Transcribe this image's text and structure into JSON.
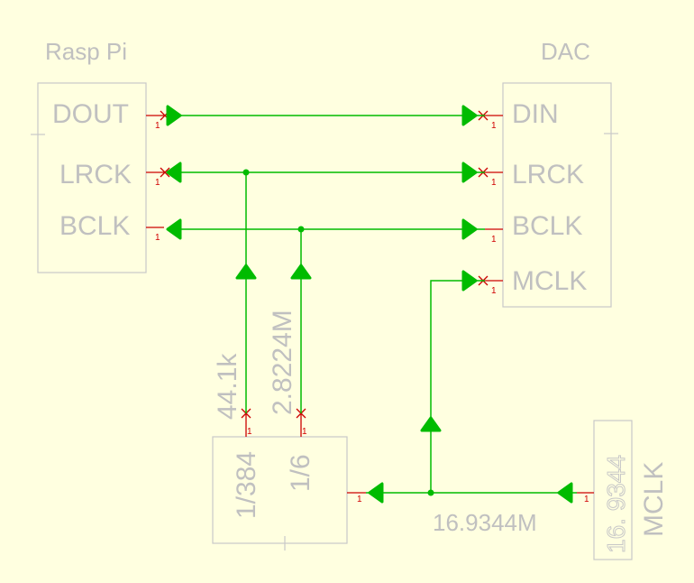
{
  "raspi": {
    "title": "Rasp Pi",
    "pins": [
      "DOUT",
      "LRCK",
      "BCLK"
    ]
  },
  "dac": {
    "title": "DAC",
    "pins": [
      "DIN",
      "LRCK",
      "BCLK",
      "MCLK"
    ]
  },
  "divider": {
    "in1": "1/384",
    "in2": "1/6",
    "out1": "44.1k",
    "out2": "2.8224M"
  },
  "mclk_source": {
    "label": "MCLK",
    "value": "16. 9344",
    "net_label": "16.9344M"
  },
  "pin_number": "1",
  "colors": {
    "background": "#ffffe0",
    "wire": "#00bb00",
    "pin": "#cc0000",
    "outline": "#c8c8c8",
    "text": "#c0c0c0"
  }
}
